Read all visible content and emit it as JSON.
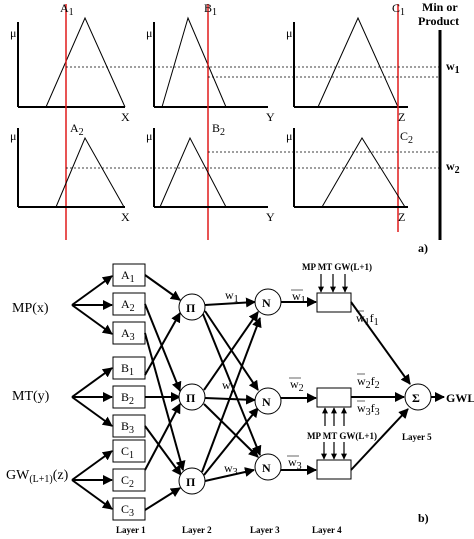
{
  "part_a": {
    "mu": "μ",
    "set_labels": {
      "a1": {
        "base": "A",
        "sub": "1"
      },
      "b1": {
        "base": "B",
        "sub": "1"
      },
      "c1": {
        "base": "C",
        "sub": "1"
      },
      "a2": {
        "base": "A",
        "sub": "2"
      },
      "b2": {
        "base": "B",
        "sub": "2"
      },
      "c2": {
        "base": "C",
        "sub": "2"
      }
    },
    "axis_labels": {
      "x": "X",
      "y": "Y",
      "z": "Z"
    },
    "op_line1": "Min or",
    "op_line2": "Product",
    "w1": {
      "base": "w",
      "sub": "1"
    },
    "w2": {
      "base": "w",
      "sub": "2"
    },
    "panel_label": "a)"
  },
  "part_b": {
    "inputs": [
      "MP(x)",
      "MT(y)"
    ],
    "input3": {
      "base": "GW",
      "sub": "(L+1)",
      "tail": "(z)"
    },
    "layer1": [
      {
        "base": "A",
        "sub": "1"
      },
      {
        "base": "A",
        "sub": "2"
      },
      {
        "base": "A",
        "sub": "3"
      },
      {
        "base": "B",
        "sub": "1"
      },
      {
        "base": "B",
        "sub": "2"
      },
      {
        "base": "B",
        "sub": "3"
      },
      {
        "base": "C",
        "sub": "1"
      },
      {
        "base": "C",
        "sub": "2"
      },
      {
        "base": "C",
        "sub": "3"
      }
    ],
    "pi_symbol": "Π",
    "n_symbol": "N",
    "sigma_symbol": "Σ",
    "weights": [
      {
        "base": "w",
        "sub": "1"
      },
      {
        "base": "w",
        "sub": "2"
      },
      {
        "base": "w",
        "sub": "3"
      }
    ],
    "norm_weights": [
      {
        "base": "w",
        "sub": "1"
      },
      {
        "base": "w",
        "sub": "2"
      },
      {
        "base": "w",
        "sub": "3"
      }
    ],
    "consequents": [
      {
        "w": "w",
        "ws": "1",
        "f": "f",
        "fs": "1"
      },
      {
        "w": "w",
        "ws": "2",
        "f": "f",
        "fs": "2"
      },
      {
        "w": "w",
        "ws": "3",
        "f": "f",
        "fs": "3"
      }
    ],
    "inputs_label": "MP  MT GW(L+1)",
    "output": "GWL",
    "layers": [
      "Layer 1",
      "Layer 2",
      "Layer 3",
      "Layer 4",
      "Layer 5"
    ],
    "panel_label": "b)"
  }
}
